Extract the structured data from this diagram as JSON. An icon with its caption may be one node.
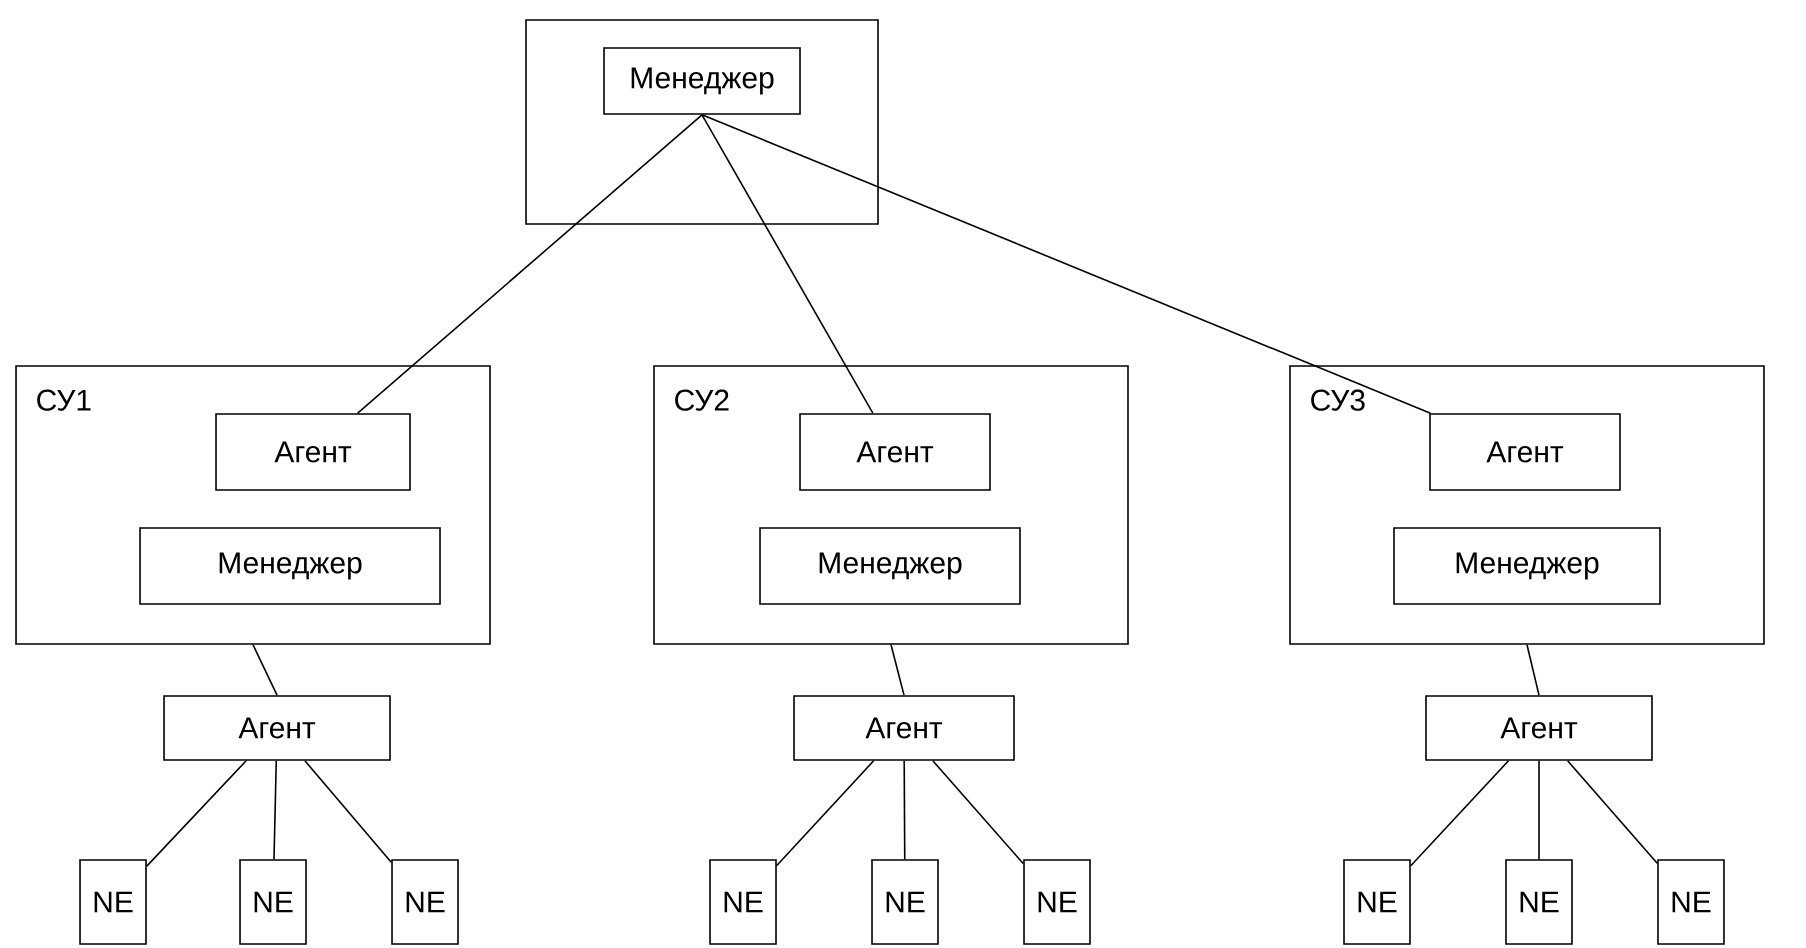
{
  "diagram": {
    "nodes": [
      {
        "text": [],
        "shape": "box"
      },
      {
        "text": [
          "Менеджер"
        ],
        "in": 0
      },
      {
        "text": [
          "СУ1"
        ]
      },
      {
        "text": [
          "Агент"
        ],
        "in": 2
      },
      {
        "text": [
          "Менеджер"
        ],
        "in": 2
      },
      {
        "text": [
          "СУ2"
        ]
      },
      {
        "text": [
          "Агент"
        ],
        "in": 5
      },
      {
        "text": [
          "Менеджер"
        ],
        "in": 5
      },
      {
        "text": [
          "СУ3"
        ]
      },
      {
        "text": [
          "Агент"
        ],
        "in": 8
      },
      {
        "text": [
          "Менеджер"
        ],
        "in": 8
      },
      {
        "text": [
          "Агент"
        ]
      },
      {
        "text": [
          "Агент"
        ]
      },
      {
        "text": [
          "Агент"
        ]
      },
      {
        "text": [
          "NE"
        ]
      },
      {
        "text": [
          "NE"
        ]
      },
      {
        "text": [
          "NE"
        ]
      },
      {
        "text": [
          "NE"
        ]
      },
      {
        "text": [
          "NE"
        ]
      },
      {
        "text": [
          "NE"
        ]
      },
      {
        "text": [
          "NE"
        ]
      },
      {
        "text": [
          "NE"
        ]
      },
      {
        "text": [
          "NE"
        ]
      }
    ],
    "edges": [
      {
        "from": 1,
        "to": 3,
        "arrow": "none"
      },
      {
        "from": 1,
        "to": 6,
        "arrow": "none"
      },
      {
        "from": 1,
        "to": 9,
        "arrow": "none"
      },
      {
        "from": 2,
        "to": 11,
        "arrow": "none"
      },
      {
        "from": 5,
        "to": 12,
        "arrow": "none"
      },
      {
        "from": 8,
        "to": 13,
        "arrow": "none"
      },
      {
        "from": 11,
        "to": 14,
        "arrow": "none"
      },
      {
        "from": 11,
        "to": 15,
        "arrow": "none"
      },
      {
        "from": 11,
        "to": 16,
        "arrow": "none"
      },
      {
        "from": 12,
        "to": 17,
        "arrow": "none"
      },
      {
        "from": 12,
        "to": 18,
        "arrow": "none"
      },
      {
        "from": 12,
        "to": 19,
        "arrow": "none"
      },
      {
        "from": 13,
        "to": 20,
        "arrow": "none"
      },
      {
        "from": 13,
        "to": 21,
        "arrow": "none"
      },
      {
        "from": 13,
        "to": 22,
        "arrow": "none"
      }
    ]
  }
}
